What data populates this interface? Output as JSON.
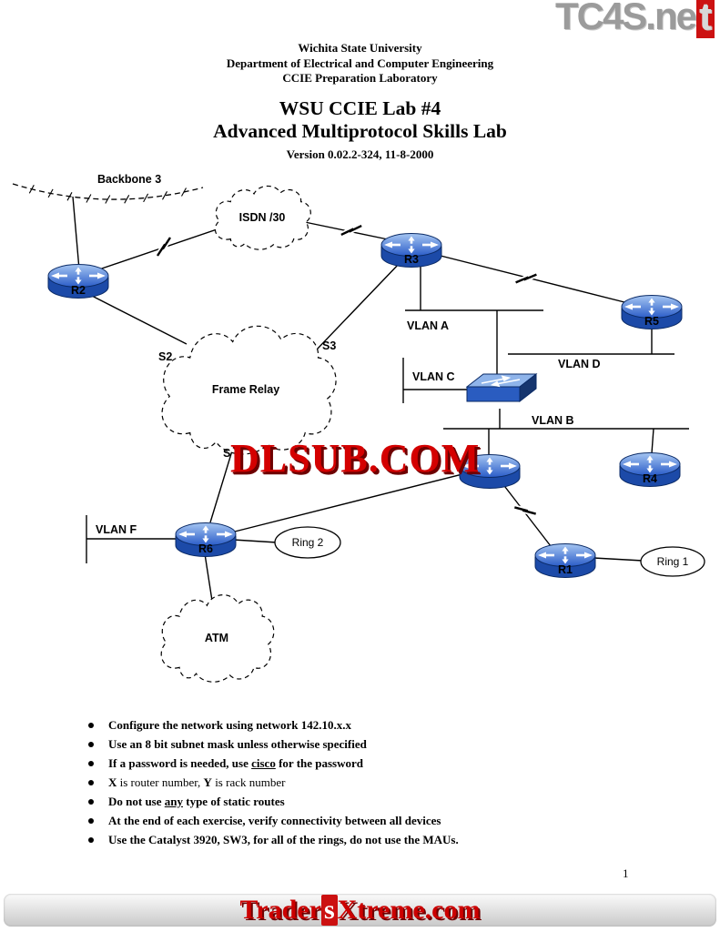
{
  "watermarks": {
    "top_main": "TC4S.ne",
    "top_boxed": "t",
    "middle": "DLSUB.COM",
    "bottom_pre": "Trader",
    "bottom_boxed": "s",
    "bottom_post": "Xtreme.com"
  },
  "header": {
    "org_line1": "Wichita State University",
    "org_line2": "Department of Electrical and Computer Engineering",
    "org_line3": "CCIE Preparation Laboratory",
    "title_line1": "WSU CCIE Lab #4",
    "title_line2": "Advanced Multiprotocol Skills Lab",
    "version": "Version 0.02.2-324, 11-8-2000"
  },
  "diagram": {
    "backbone_label": "Backbone 3",
    "clouds": {
      "isdn": "ISDN /30",
      "frame_relay": "Frame Relay",
      "atm": "ATM"
    },
    "routers": {
      "r1": "R1",
      "r2": "R2",
      "r3": "R3",
      "r4": "R4",
      "r5": "R5",
      "r6": "R6"
    },
    "serials": {
      "s2": "S2",
      "s3": "S3",
      "s_partial": "S"
    },
    "vlans": {
      "a": "VLAN A",
      "b": "VLAN B",
      "c": "VLAN C",
      "d": "VLAN D",
      "f": "VLAN F"
    },
    "rings": {
      "ring1": "Ring 1",
      "ring2": "Ring 2"
    }
  },
  "instructions": [
    {
      "parts": [
        "Configure the network using network 142.10.x.x"
      ]
    },
    {
      "parts": [
        "Use an 8 bit subnet mask unless otherwise specified"
      ]
    },
    {
      "parts": [
        "If a password is needed, use ",
        "cisco",
        " for the password"
      ]
    },
    {
      "parts": [
        "X",
        " is router number, ",
        "Y",
        " is rack number"
      ]
    },
    {
      "parts": [
        "Do not use ",
        "any",
        " type of static routes"
      ]
    },
    {
      "parts": [
        "At the end of each exercise, verify connectivity between all devices"
      ]
    },
    {
      "parts": [
        "Use the Catalyst 3920, SW3, for all of the rings, do not use the MAUs."
      ]
    }
  ],
  "page_number": "1",
  "colors": {
    "router_blue": "#2a5cc8",
    "router_blue_dark": "#123a85",
    "watermark_red": "#cc0000",
    "watermark_gray": "#9b9b9b",
    "line_black": "#000000"
  }
}
